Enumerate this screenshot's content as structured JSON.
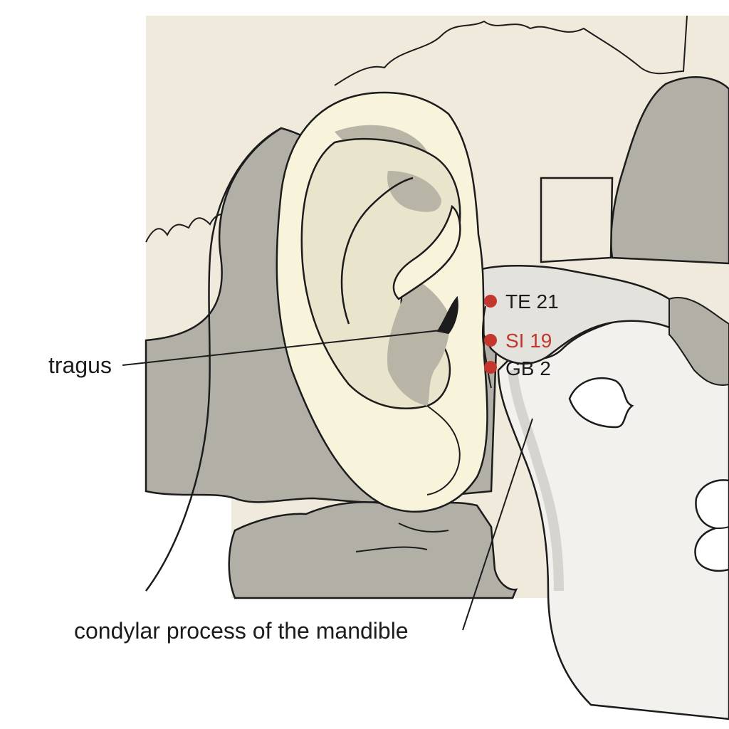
{
  "labels": {
    "tragus": "tragus",
    "condylar": "condylar process of the mandible"
  },
  "points": [
    {
      "code": "TE 21",
      "highlight": false
    },
    {
      "code": "SI 19",
      "highlight": true
    },
    {
      "code": "GB 2",
      "highlight": false
    }
  ],
  "colors": {
    "background": "#efeadb",
    "bone": "#b2afa6",
    "ear": "#f8f4dc",
    "ear_shade": "#b8b4a6",
    "jaw": "#f2f1ee",
    "jaw_edge": "#d6d4cf",
    "point": "#c4372e",
    "label_dark": "#1c1c1c",
    "label_highlight": "#c4372e"
  }
}
